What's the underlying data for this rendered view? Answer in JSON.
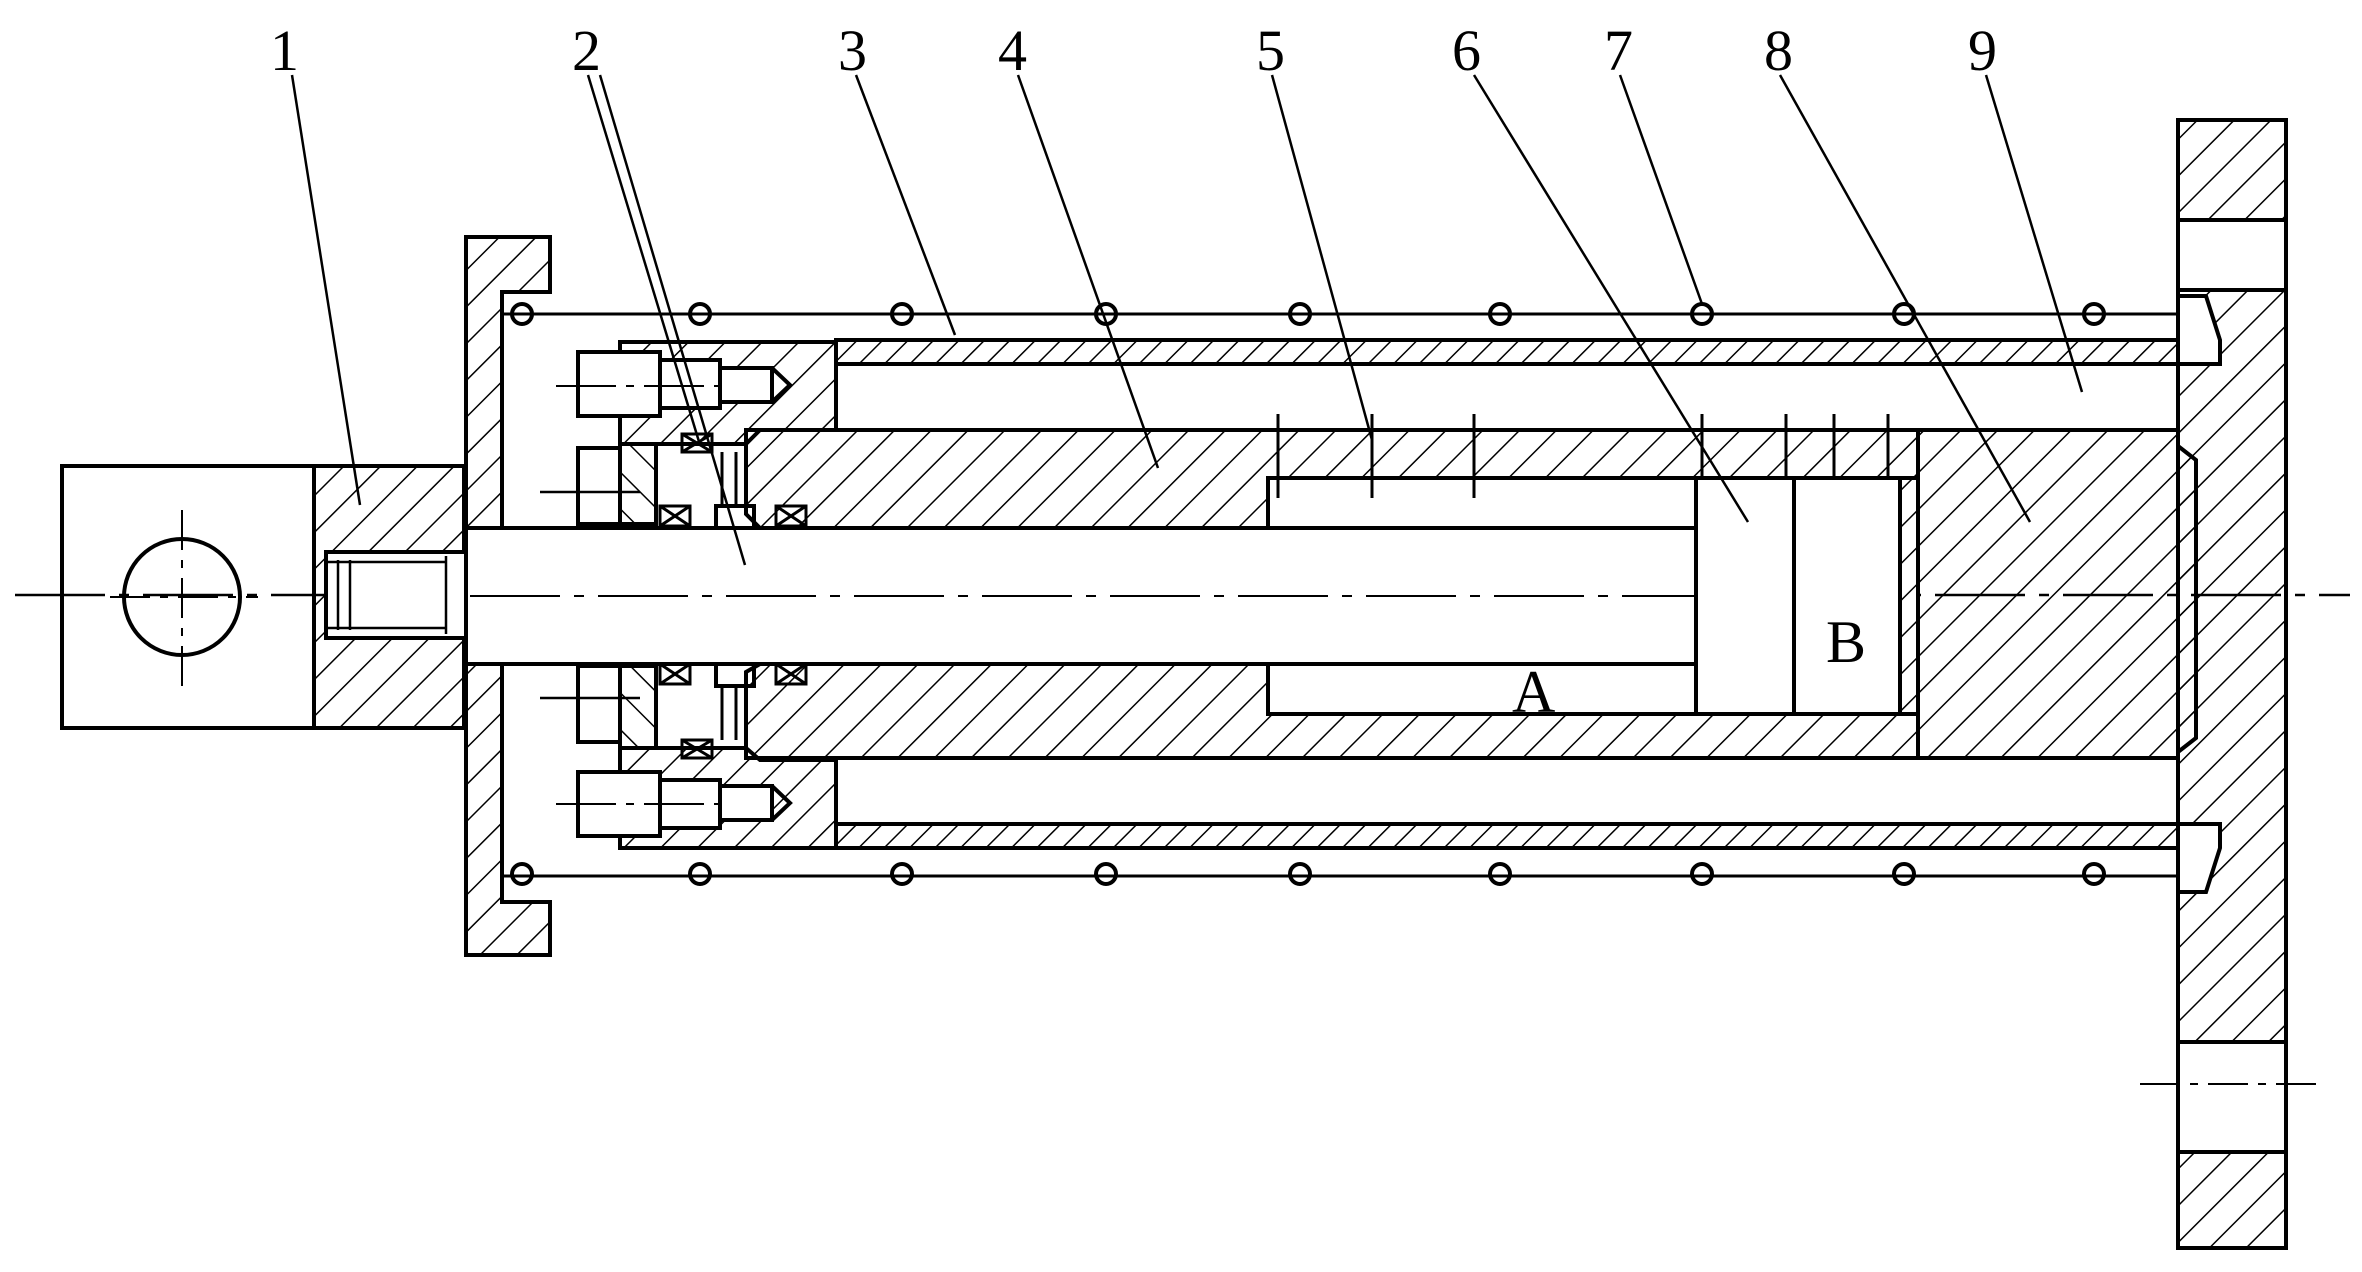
{
  "figure": {
    "part_labels": [
      "1",
      "2",
      "3",
      "4",
      "5",
      "6",
      "7",
      "8",
      "9"
    ],
    "chamber_labels": {
      "a": "A",
      "b": "B"
    }
  },
  "colors": {
    "line": "#000000",
    "background": "#ffffff"
  }
}
